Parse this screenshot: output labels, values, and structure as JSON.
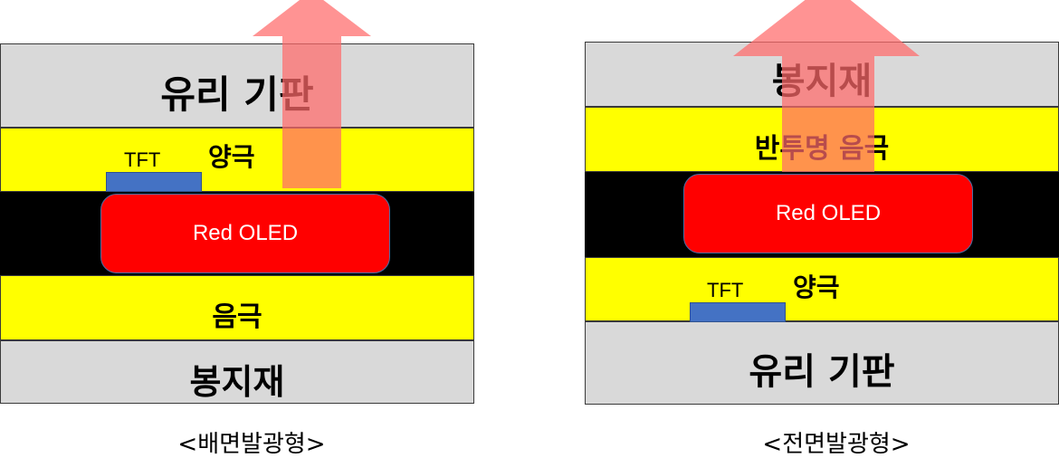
{
  "left_panel": {
    "top_layer": "유리 기판",
    "anode_layer": "양극",
    "tft": "TFT",
    "oled": "Red OLED",
    "cathode_layer": "음극",
    "bottom_layer": "봉지재",
    "caption": "<배면발광형>"
  },
  "right_panel": {
    "top_layer": "봉지재",
    "cathode_layer": "반투명 음극",
    "oled": "Red OLED",
    "anode_layer": "양극",
    "tft": "TFT",
    "bottom_layer": "유리 기판",
    "caption": "<전면발광형>"
  },
  "colors": {
    "glass": "#d9d9d9",
    "electrode": "#ffff00",
    "oled": "#ff0000",
    "tft": "#4472c4",
    "light_arrow": "#ff7f7f"
  }
}
